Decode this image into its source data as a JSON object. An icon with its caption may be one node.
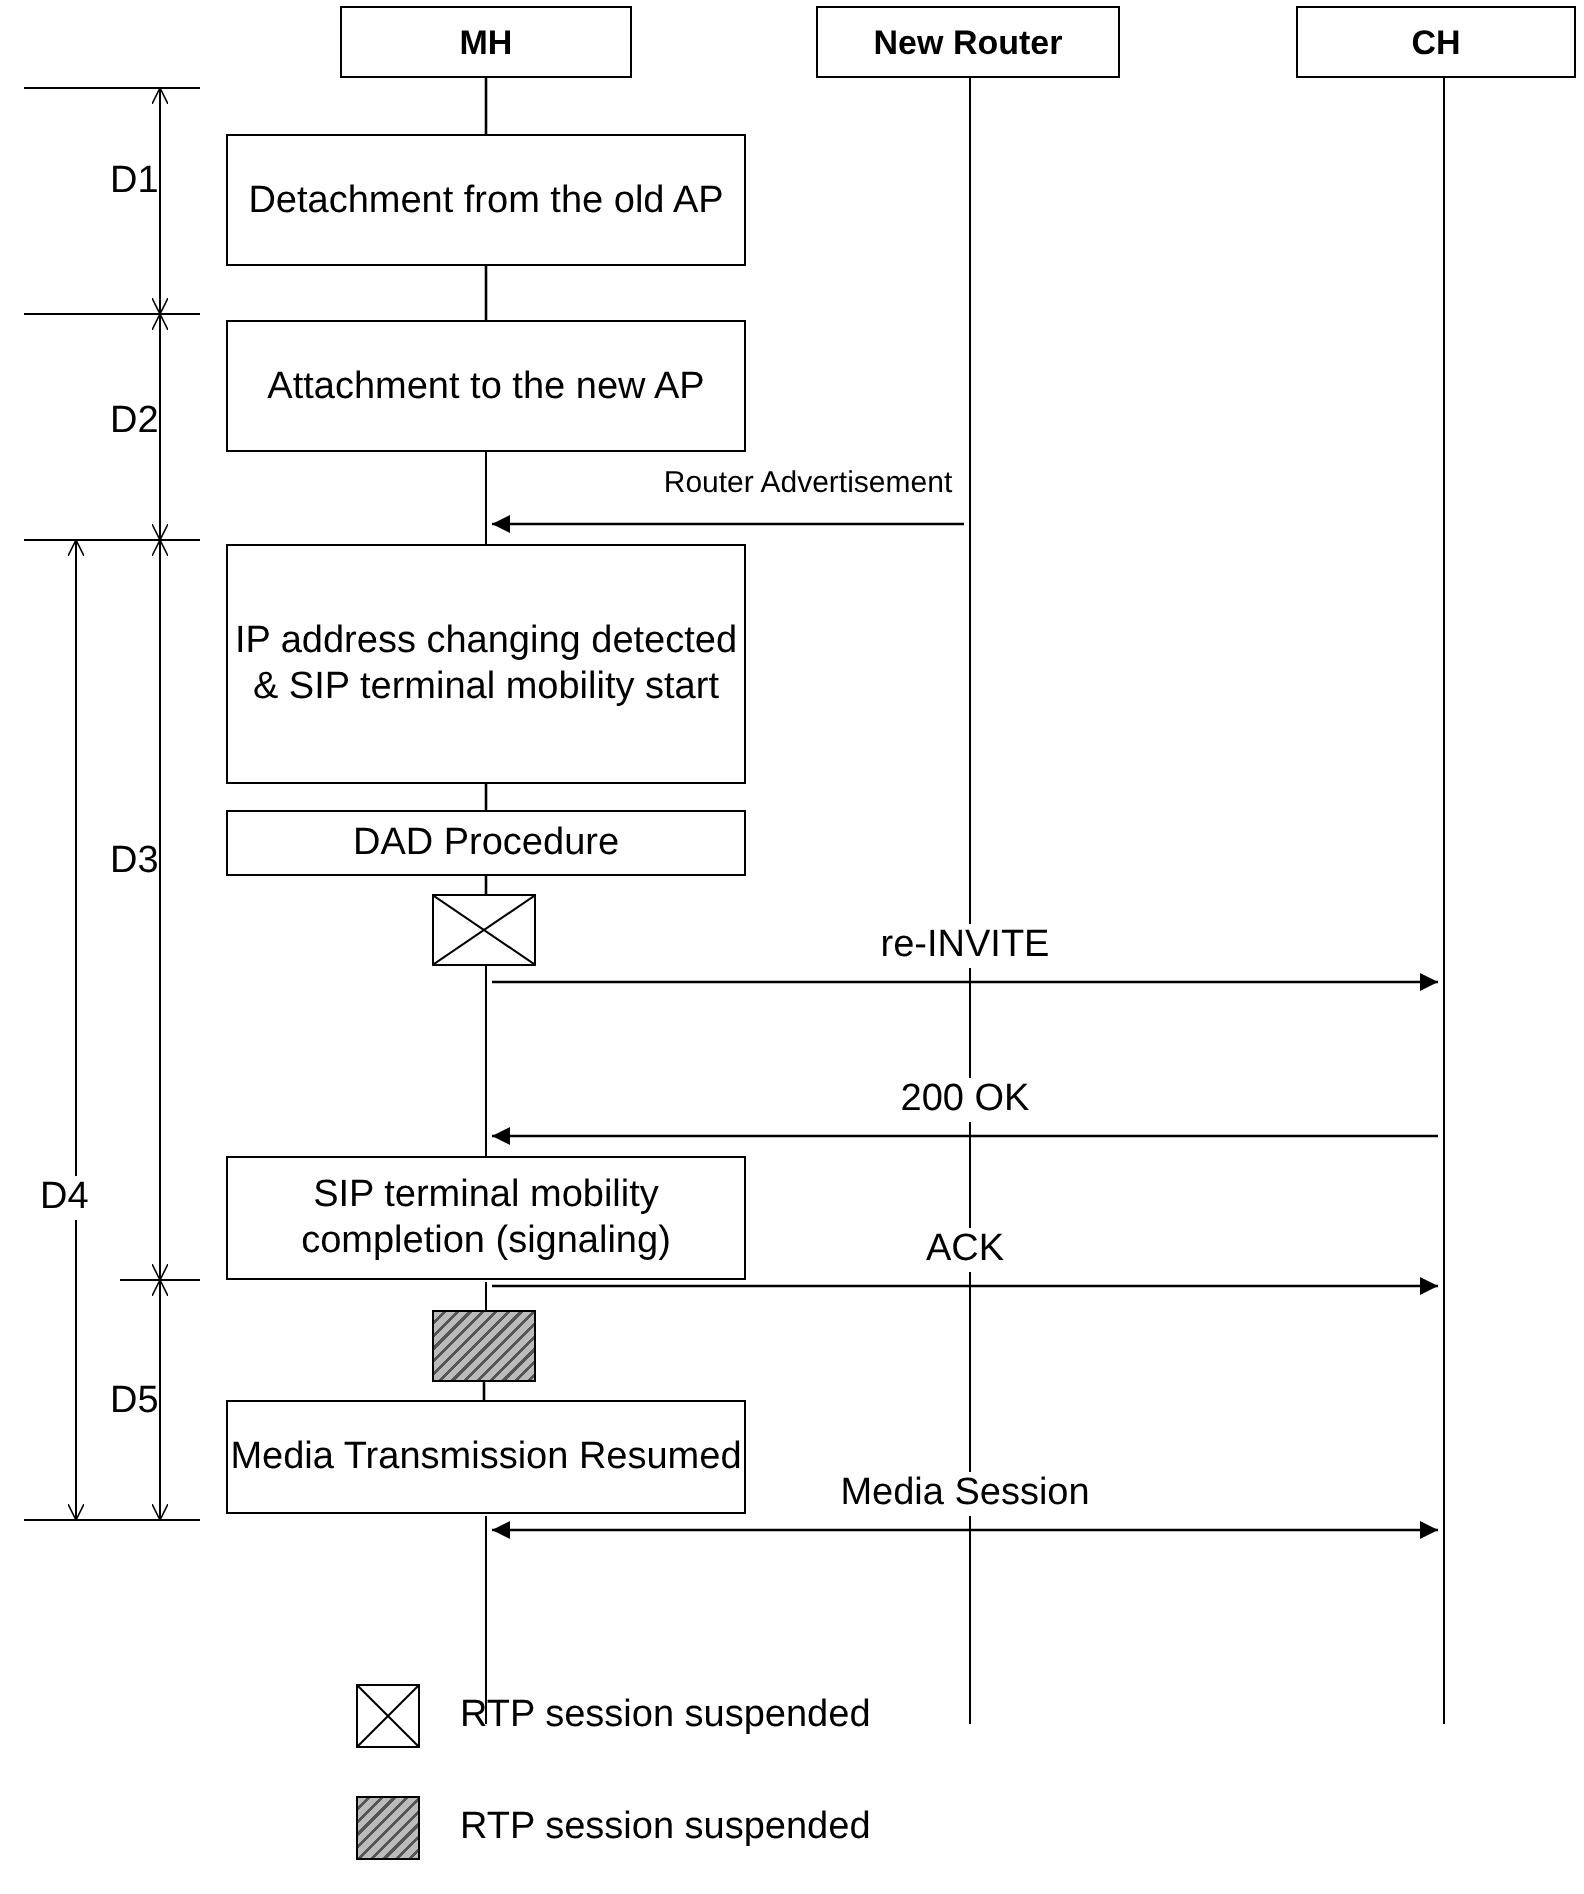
{
  "diagram": {
    "nodes": [
      {
        "text": [
          "MH"
        ]
      },
      {
        "text": [
          "New Router"
        ]
      },
      {
        "text": [
          "CH"
        ]
      },
      {
        "text": [
          "Detachment from the old AP"
        ]
      },
      {
        "text": [
          "Attachment to the new AP"
        ]
      },
      {
        "text": [
          "IP address changing detected & SIP terminal mobility start"
        ]
      },
      {
        "text": [
          "DAD Procedure"
        ]
      },
      {
        "text": [],
        "shape": "box"
      },
      {
        "text": [
          "SIP terminal mobility completion (signaling)"
        ]
      },
      {
        "text": [],
        "shape": "box"
      },
      {
        "text": [
          "Media Transmission Resumed"
        ]
      },
      {
        "text": [],
        "shape": "bar"
      },
      {
        "text": [],
        "shape": "bar"
      },
      {
        "text": [],
        "shape": "bar"
      },
      {
        "text": [],
        "shape": "bar"
      },
      {
        "text": [],
        "shape": "bar"
      },
      {
        "text": [],
        "shape": "bar"
      }
    ],
    "edges": [
      {
        "from": 12,
        "to": 11,
        "arrow": "to",
        "label": "Router Advertisement"
      },
      {
        "from": 14,
        "to": 13,
        "arrow": "to",
        "label": "re-INVITE"
      },
      {
        "from": 13,
        "to": 14,
        "arrow": "to",
        "label": "200 OK"
      },
      {
        "from": 15,
        "to": 13,
        "arrow": "to",
        "label": "ACK"
      },
      {
        "from": 16,
        "to": 13,
        "arrow": "both",
        "label": "Media Session"
      },
      {
        "from": 0,
        "to": 3,
        "arrow": "none"
      },
      {
        "from": 3,
        "to": 4,
        "arrow": "none"
      },
      {
        "from": 5,
        "to": 6,
        "arrow": "none"
      },
      {
        "from": 6,
        "to": 7,
        "arrow": "none"
      },
      {
        "from": 9,
        "to": 10,
        "arrow": "none"
      }
    ],
    "labels": [
      "D1",
      "D2",
      "D3",
      "D4",
      "D5"
    ],
    "legend": [
      {
        "text": "RTP session suspended"
      },
      {
        "text": "RTP session suspended"
      }
    ]
  }
}
